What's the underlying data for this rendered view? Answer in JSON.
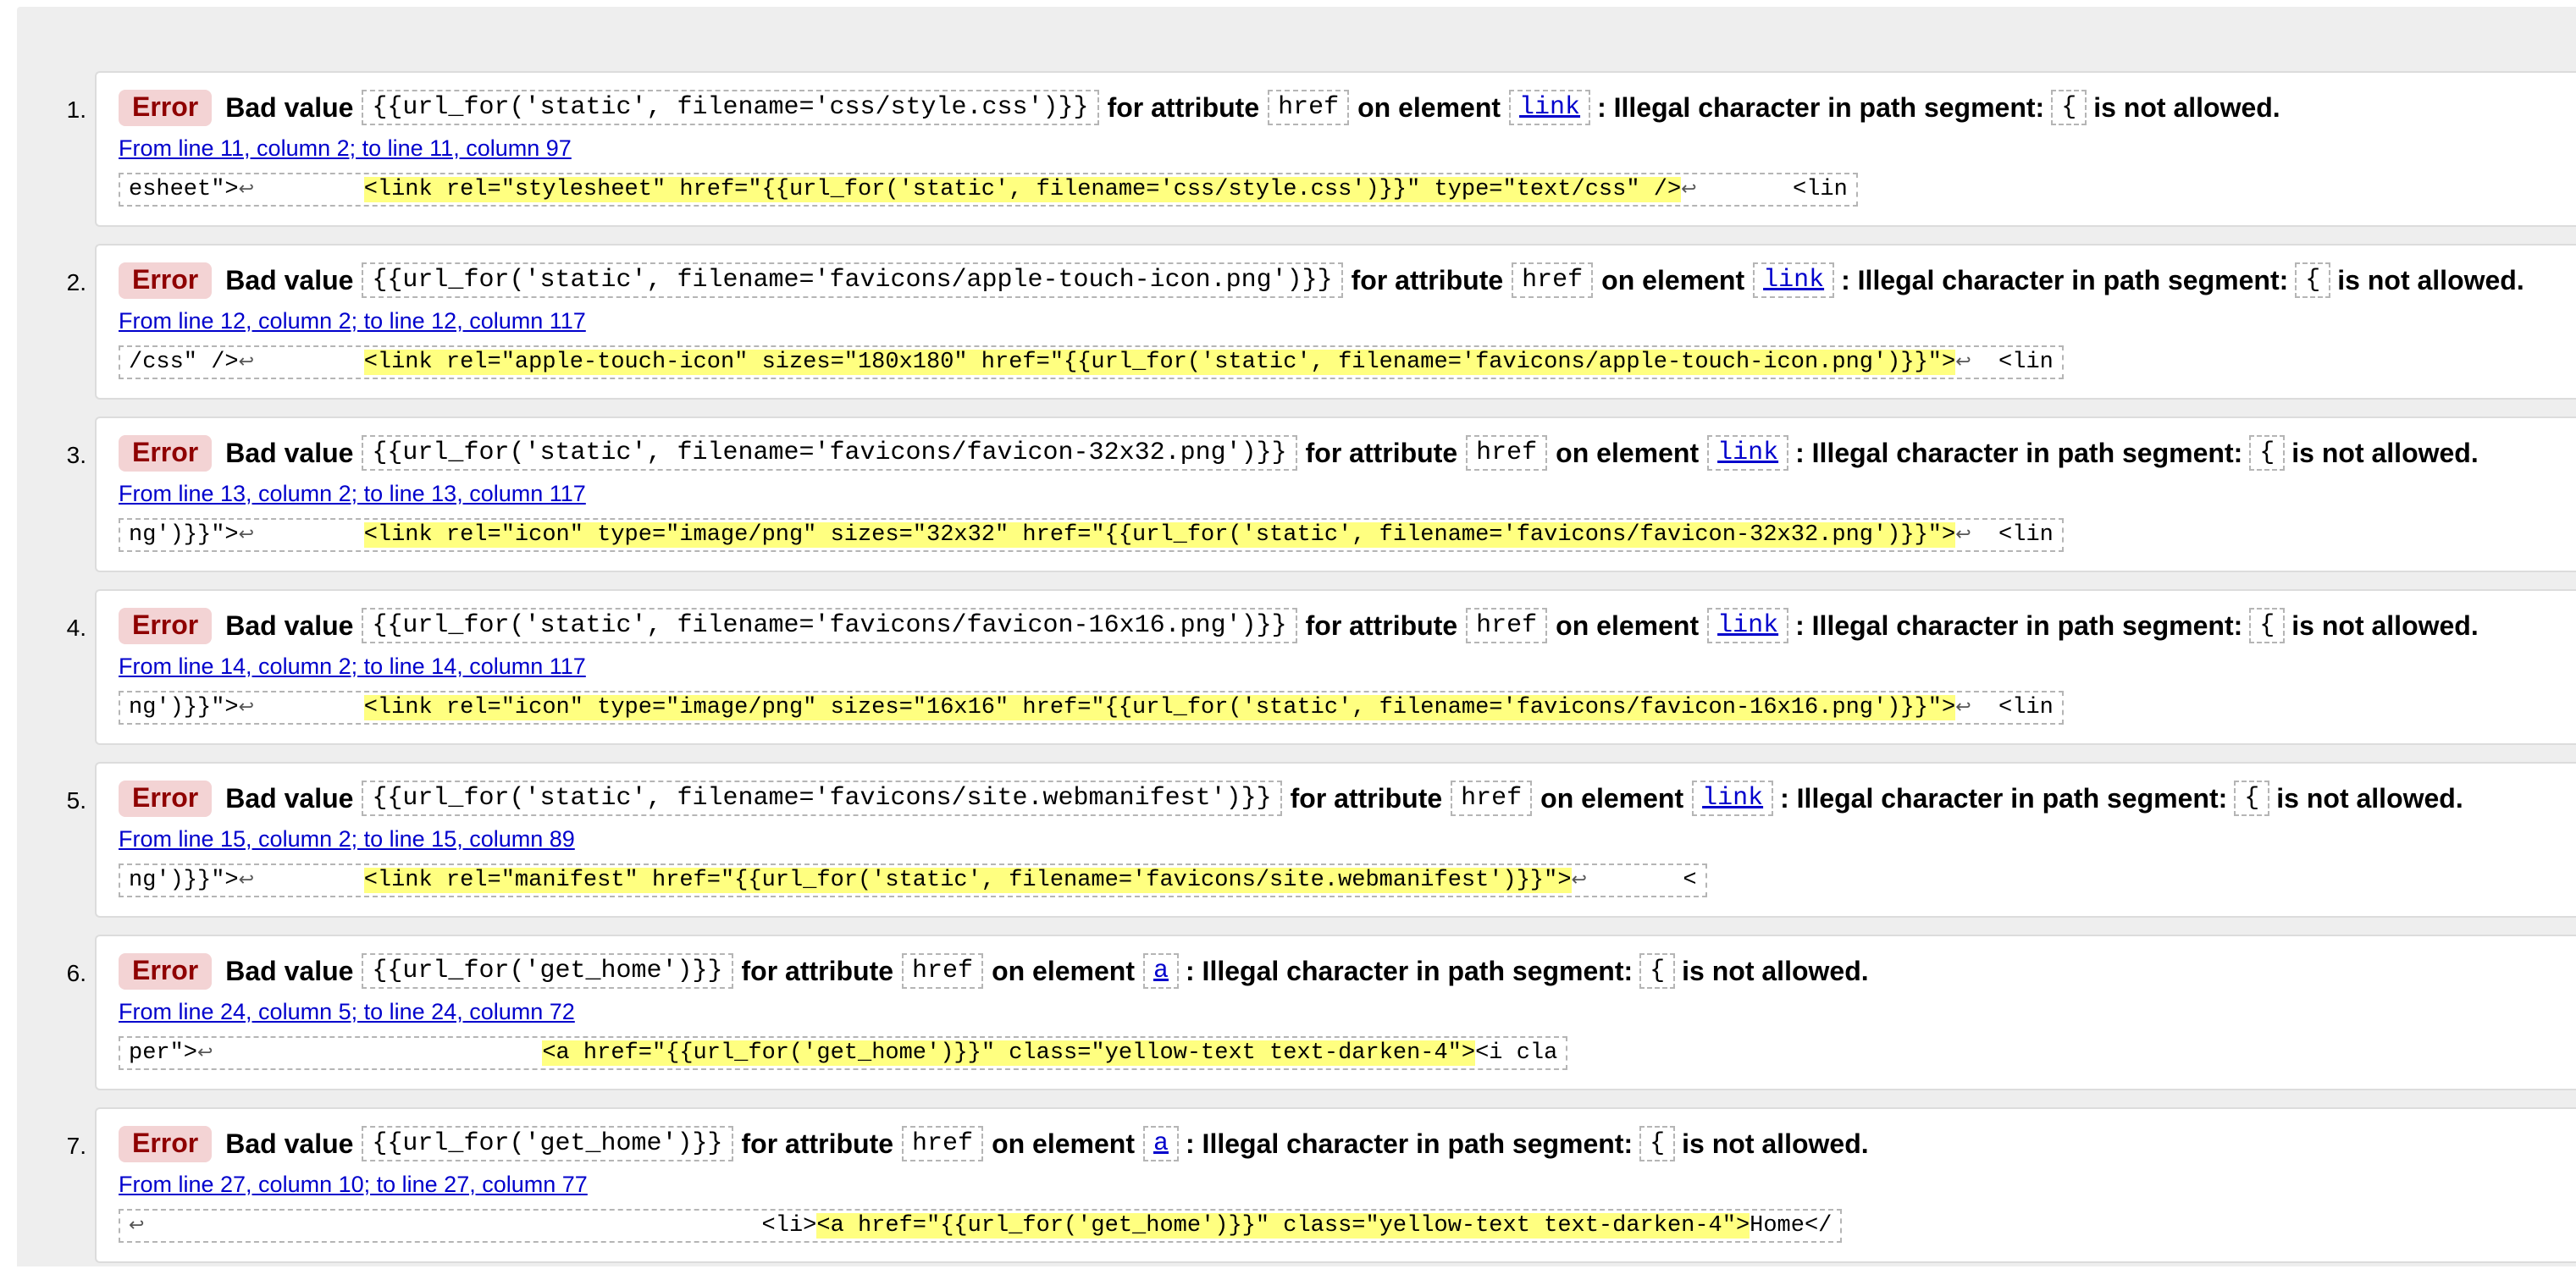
{
  "messages": [
    {
      "number": "1.",
      "badge": "Error",
      "bad_value_label": "Bad value",
      "value": "{{url_for('static', filename='css/style.css')}}",
      "for_attr_label": "for attribute",
      "attribute": "href",
      "on_element_label": "on element",
      "element": "link",
      "reason": ": Illegal character in path segment:",
      "char": "{",
      "suffix": "is not allowed.",
      "location": "From line 11, column 2; to line 11, column 97",
      "extract_pre": "esheet\">",
      "extract_hl": "<link rel=\"stylesheet\" href=\"{{url_for('static', filename='css/style.css')}}\" type=\"text/css\" />",
      "extract_post": "<lin"
    },
    {
      "number": "2.",
      "badge": "Error",
      "bad_value_label": "Bad value",
      "value": "{{url_for('static', filename='favicons/apple-touch-icon.png')}}",
      "for_attr_label": "for attribute",
      "attribute": "href",
      "on_element_label": "on element",
      "element": "link",
      "reason": ": Illegal character in path segment:",
      "char": "{",
      "suffix": "is not allowed.",
      "location": "From line 12, column 2; to line 12, column 117",
      "extract_pre": "/css\" />",
      "extract_hl": "<link rel=\"apple-touch-icon\" sizes=\"180x180\" href=\"{{url_for('static', filename='favicons/apple-touch-icon.png')}}\">",
      "extract_post": "<lin"
    },
    {
      "number": "3.",
      "badge": "Error",
      "bad_value_label": "Bad value",
      "value": "{{url_for('static', filename='favicons/favicon-32x32.png')}}",
      "for_attr_label": "for attribute",
      "attribute": "href",
      "on_element_label": "on element",
      "element": "link",
      "reason": ": Illegal character in path segment:",
      "char": "{",
      "suffix": "is not allowed.",
      "location": "From line 13, column 2; to line 13, column 117",
      "extract_pre": "ng')}}\">",
      "extract_hl": "<link rel=\"icon\" type=\"image/png\" sizes=\"32x32\" href=\"{{url_for('static', filename='favicons/favicon-32x32.png')}}\">",
      "extract_post": "<lin"
    },
    {
      "number": "4.",
      "badge": "Error",
      "bad_value_label": "Bad value",
      "value": "{{url_for('static', filename='favicons/favicon-16x16.png')}}",
      "for_attr_label": "for attribute",
      "attribute": "href",
      "on_element_label": "on element",
      "element": "link",
      "reason": ": Illegal character in path segment:",
      "char": "{",
      "suffix": "is not allowed.",
      "location": "From line 14, column 2; to line 14, column 117",
      "extract_pre": "ng')}}\">",
      "extract_hl": "<link rel=\"icon\" type=\"image/png\" sizes=\"16x16\" href=\"{{url_for('static', filename='favicons/favicon-16x16.png')}}\">",
      "extract_post": "<lin"
    },
    {
      "number": "5.",
      "badge": "Error",
      "bad_value_label": "Bad value",
      "value": "{{url_for('static', filename='favicons/site.webmanifest')}}",
      "for_attr_label": "for attribute",
      "attribute": "href",
      "on_element_label": "on element",
      "element": "link",
      "reason": ": Illegal character in path segment:",
      "char": "{",
      "suffix": "is not allowed.",
      "location": "From line 15, column 2; to line 15, column 89",
      "extract_pre": "ng')}}\">",
      "extract_hl": "<link rel=\"manifest\" href=\"{{url_for('static', filename='favicons/site.webmanifest')}}\">",
      "extract_post": "<"
    },
    {
      "number": "6.",
      "badge": "Error",
      "bad_value_label": "Bad value",
      "value": "{{url_for('get_home')}}",
      "for_attr_label": "for attribute",
      "attribute": "href",
      "on_element_label": "on element",
      "element": "a",
      "reason": ": Illegal character in path segment:",
      "char": "{",
      "suffix": "is not allowed.",
      "location": "From line 24, column 5; to line 24, column 72",
      "extract_pre": "per\">",
      "extract_hl": "<a href=\"{{url_for('get_home')}}\" class=\"yellow-text text-darken-4\">",
      "extract_post": "<i cla"
    },
    {
      "number": "7.",
      "badge": "Error",
      "bad_value_label": "Bad value",
      "value": "{{url_for('get_home')}}",
      "for_attr_label": "for attribute",
      "attribute": "href",
      "on_element_label": "on element",
      "element": "a",
      "reason": ": Illegal character in path segment:",
      "char": "{",
      "suffix": "is not allowed.",
      "location": "From line 27, column 10; to line 27, column 77",
      "extract_pre": "",
      "extract_hl": "<a href=\"{{url_for('get_home')}}\" class=\"yellow-text text-darken-4\">",
      "extract_post": "Home</"
    }
  ]
}
